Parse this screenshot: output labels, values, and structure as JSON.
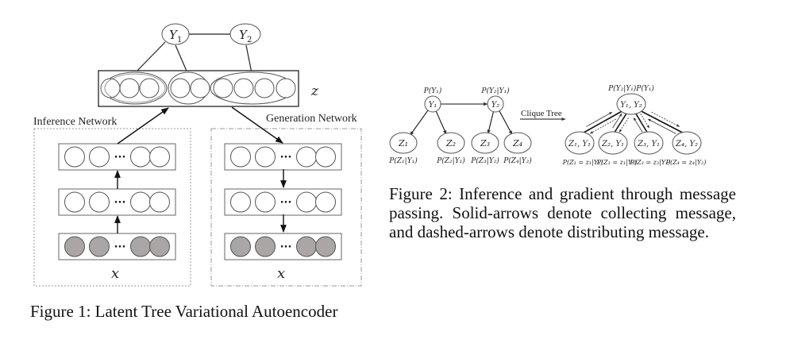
{
  "figure1": {
    "caption": "Figure 1: Latent Tree Variational Autoencoder",
    "top_nodes": [
      {
        "label": "Y",
        "sub": "1"
      },
      {
        "label": "Y",
        "sub": "2"
      }
    ],
    "latent_label": "z",
    "inference_label": "Inference Network",
    "generation_label": "Generation Network",
    "input_label_left": "x",
    "input_label_right": "x",
    "latent_groups": [
      3,
      2,
      4
    ],
    "layer_ellipsis": "···",
    "colors": {
      "observed_fill": "#a9a6a5",
      "hidden_fill": "#ffffff",
      "stroke": "#555555"
    }
  },
  "figure2": {
    "caption": "Figure 2: Inference and gradient through message passing. Solid-arrows denote collecting message, and dashed-arrows denote distributing message.",
    "bn_nodes": [
      {
        "id": "Y1",
        "label": "Y₁",
        "prob": "P(Y₁)"
      },
      {
        "id": "Y2",
        "label": "Y₂",
        "prob": "P(Y₂|Y₁)"
      },
      {
        "id": "Z1",
        "label": "Z₁",
        "prob": "P(Z₁|Y₁)"
      },
      {
        "id": "Z2",
        "label": "Z₂",
        "prob": "P(Z₂|Y₁)"
      },
      {
        "id": "Z3",
        "label": "Z₃",
        "prob": "P(Z₃|Y₂)"
      },
      {
        "id": "Z4",
        "label": "Z₄",
        "prob": "P(Z₄|Y₂)"
      }
    ],
    "transform_label": "Clique Tree",
    "clique_root": {
      "label": "Y₁, Y₂",
      "prob": "P(Y₂|Y₁)P(Y₁)"
    },
    "clique_leaves": [
      {
        "label": "Z₁, Y₁",
        "prob": "P(Z₁ = z₁|Y₁)"
      },
      {
        "label": "Z₂, Y₁",
        "prob": "P(Z₁ = z₁|Y₁)"
      },
      {
        "label": "Z₃, Y₁",
        "prob": "P(Z₃ = z₃|Y₁)"
      },
      {
        "label": "Z₄, Y₂",
        "prob": "P(Z₄ = z₄|Y₂)"
      }
    ]
  }
}
